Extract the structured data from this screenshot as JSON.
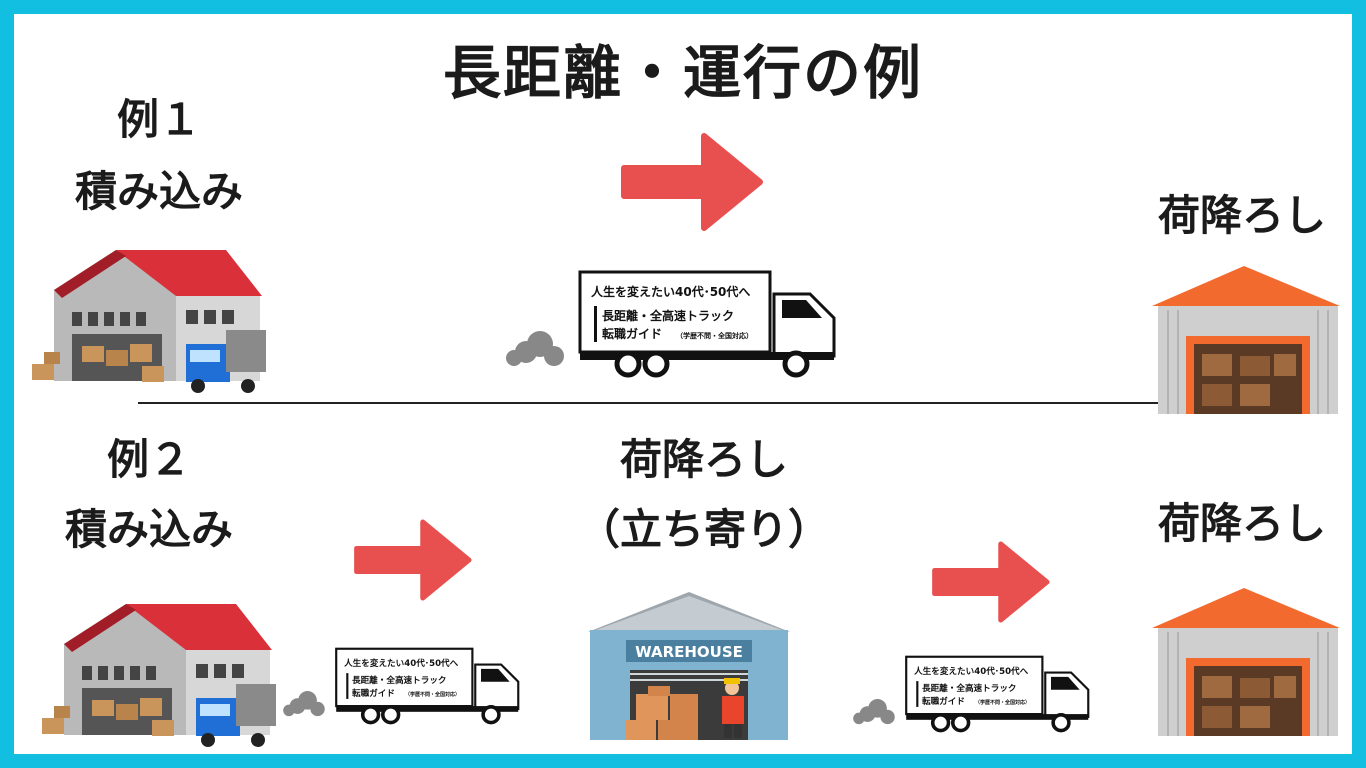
{
  "title": "長距離・運行の例",
  "example1": {
    "label": "例１",
    "origin_label": "積み込み",
    "destination_label": "荷降ろし"
  },
  "example2": {
    "label": "例２",
    "origin_label": "積み込み",
    "stop_label": "荷降ろし",
    "stop_sublabel": "（立ち寄り）",
    "destination_label": "荷降ろし",
    "warehouse_sign": "WAREHOUSE"
  },
  "truck_sign": {
    "line1": "人生を変えたい40代･50代へ",
    "line2": "長距離・全高速トラック",
    "line3": "転職ガイド",
    "line3_small": "（学歴不問・全国対応）"
  },
  "colors": {
    "frame": "#12bfe0",
    "arrow": "#e85050",
    "roof_red": "#d9303a",
    "roof_orange": "#f26a2e",
    "truck_blue": "#1f6fd6",
    "warehouse_blue": "#7fb3cf"
  }
}
